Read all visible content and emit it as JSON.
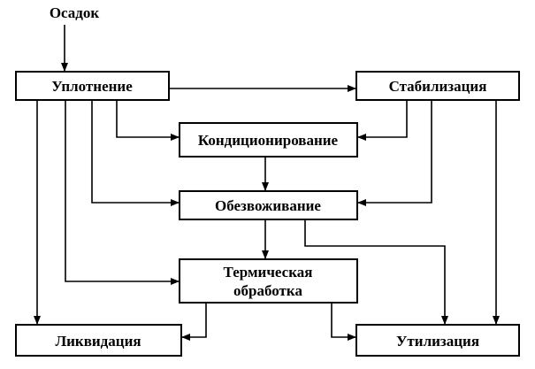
{
  "nodes": {
    "sediment": "Осадок",
    "thickening": "Уплотнение",
    "stabilization": "Стабилизация",
    "conditioning": "Кондиционирование",
    "dewatering": "Обезвоживание",
    "thermal_line1": "Термическая",
    "thermal_line2": "обработка",
    "liquidation": "Ликвидация",
    "utilization": "Утилизация"
  }
}
